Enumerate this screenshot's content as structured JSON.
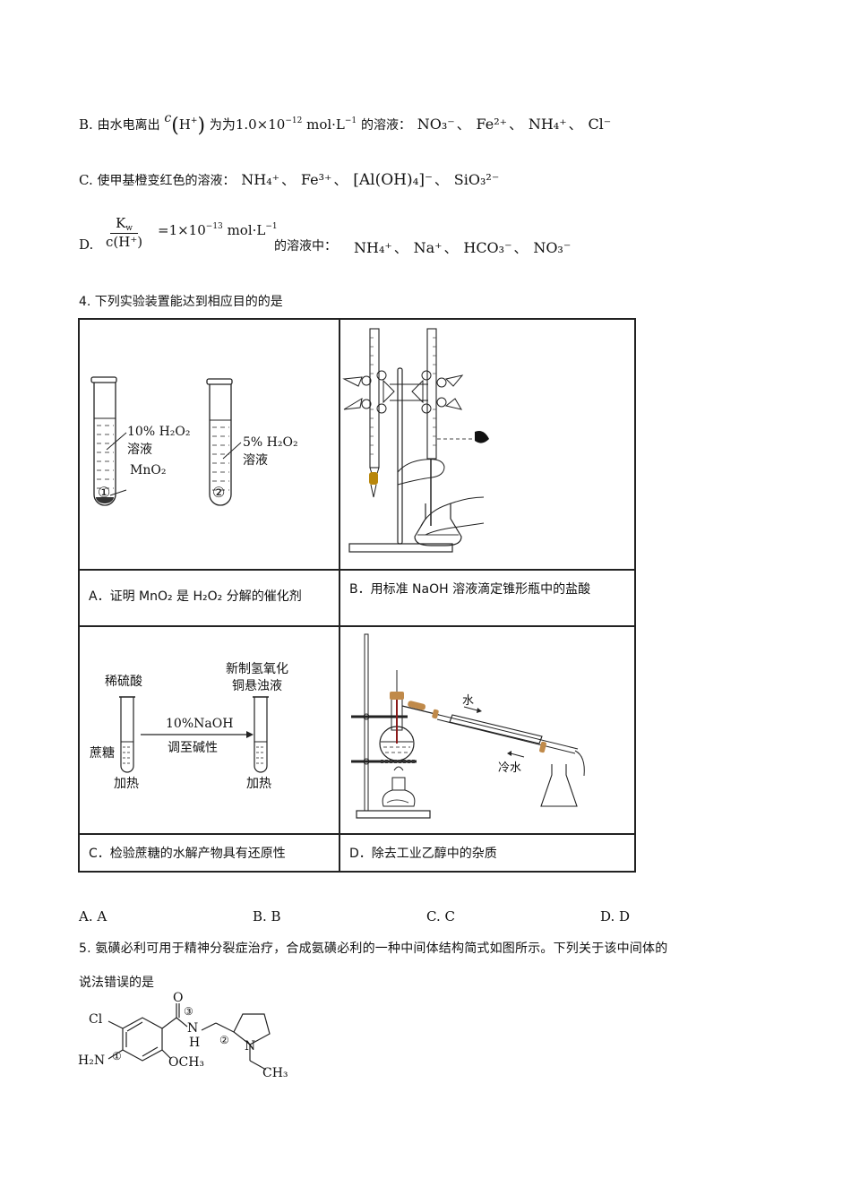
{
  "q3_options": {
    "B": {
      "label": "B.",
      "prefix": "由水电离出",
      "expr": "c(H⁺)",
      "mid": "为1.0×10",
      "exp": "−12",
      "unit": "mol·L",
      "unit_exp": "−1",
      "suffix": "的溶液：",
      "ions": [
        "NO₃⁻",
        "Fe²⁺",
        "NH₄⁺",
        "Cl⁻"
      ]
    },
    "C": {
      "label": "C.",
      "prefix": "使甲基橙变红色的溶液：",
      "ions": [
        "NH₄⁺",
        "Fe³⁺",
        "[Al(OH)₄]⁻",
        "SiO₃²⁻"
      ]
    },
    "D": {
      "label": "D.",
      "frac_num": "K",
      "frac_num_sub": "w",
      "frac_den": "c(H⁺)",
      "eq": "=1×10",
      "exp": "−13",
      "unit": "mol·L",
      "unit_exp": "−1",
      "suffix": "的溶液中：",
      "ions": [
        "NH₄⁺",
        "Na⁺",
        "HCO₃⁻",
        "NO₃⁻"
      ]
    }
  },
  "q4": {
    "stem": "4. 下列实验装置能达到相应目的的是",
    "figA": {
      "tube1_label_line1": "10% H₂O₂",
      "tube1_label_line2": "溶液",
      "tube1_solid": "MnO₂",
      "tube1_num": "①",
      "tube2_label_line1": "5% H₂O₂",
      "tube2_label_line2": "溶液",
      "tube2_num": "②"
    },
    "capA": "A．证明 MnO₂ 是 H₂O₂ 分解的催化剂",
    "capB": "B．用标准 NaOH 溶液滴定锥形瓶中的盐酸",
    "figC": {
      "acid": "稀硫酸",
      "sugar": "蔗糖",
      "heat1": "加热",
      "arrow_top": "10%NaOH",
      "arrow_bottom": "调至碱性",
      "reagent_line1": "新制氢氧化",
      "reagent_line2": "铜悬浊液",
      "heat2": "加热"
    },
    "figD": {
      "water_out": "水",
      "water_in": "冷水"
    },
    "capC": "C．检验蔗糖的水解产物具有还原性",
    "capD": "D．除去工业乙醇中的杂质",
    "choices": [
      "A. A",
      "B. B",
      "C. C",
      "D. D"
    ]
  },
  "q5": {
    "stem_line1": "5. 氨磺必利可用于精神分裂症治疗，合成氨磺必利的一种中间体结构简式如图所示。下列关于该中间体的",
    "stem_line2": "说法错误的是",
    "structure": {
      "cl": "Cl",
      "o": "O",
      "n3": "③",
      "nh_n": "N",
      "nh_h": "H",
      "h2n": "H₂N",
      "c1": "①",
      "och3": "OCH₃",
      "c2": "②",
      "n_ring": "N",
      "ch3": "CH₃"
    }
  },
  "colors": {
    "text": "#111111",
    "stopper": "#c08a4a",
    "burette_tip": "#b8860b",
    "thermometer": "#8b1a1a"
  }
}
